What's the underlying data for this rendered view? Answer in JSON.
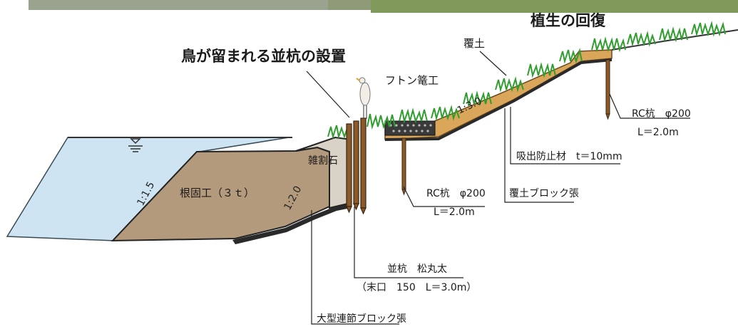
{
  "labels": {
    "vegetation_recovery": "植生の回復",
    "bird_perch_piles": "鳥が留まれる並杭の設置",
    "cover_soil": "覆土",
    "futon_gabion": "フトン篭工",
    "rc_pile_upper": "RC杭　φ200",
    "rc_pile_upper_len": "L＝2.0m",
    "absorption_sheet": "吸出防止材　t＝10mm",
    "rc_pile_lower": "RC杭　φ200",
    "rc_pile_lower_len": "L＝2.0m",
    "cover_block": "覆土ブロック張",
    "rubble": "雑割石",
    "foot_protection": "根固工（３ｔ）",
    "parallel_piles": "並杭　松丸太",
    "parallel_piles_spec": "（末口　150　L＝3.0m）",
    "large_block": "大型連節ブロック張",
    "slope_1_5": "1:1.5",
    "slope_2_0": "1:2.0",
    "slope_3_0": "1:3.0"
  },
  "colors": {
    "water": "#cfe4f2",
    "foot_protection": "#b49a7c",
    "cover_soil": "#d9a65a",
    "grass": "#2f9e2f",
    "block": "#2a2a2a",
    "pile": "#8a5a2b",
    "photo_strip": "#8a9a6e"
  }
}
